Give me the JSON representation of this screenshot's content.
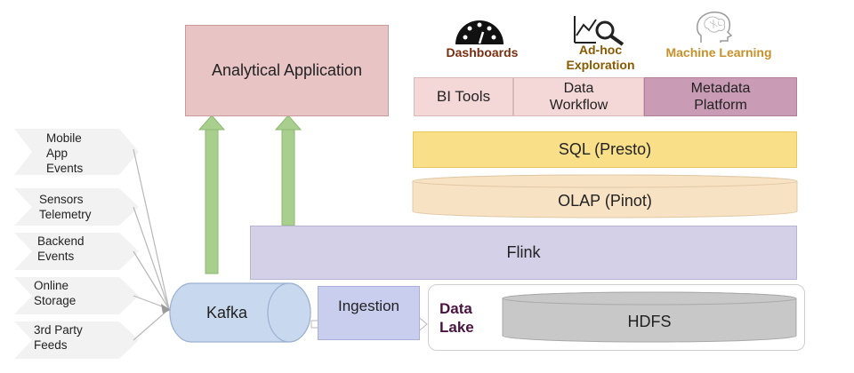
{
  "sources": [
    {
      "label": "Mobile\nApp\nEvents"
    },
    {
      "label": "Sensors\nTelemetry"
    },
    {
      "label": "Backend\nEvents"
    },
    {
      "label": "Online\nStorage"
    },
    {
      "label": "3rd Party\nFeeds"
    }
  ],
  "analytical_application": "Analytical Application",
  "kafka": "Kafka",
  "ingestion": "Ingestion",
  "data_lake": "Data\nLake",
  "hdfs": "HDFS",
  "flink": "Flink",
  "olap": "OLAP (Pinot)",
  "sql": "SQL (Presto)",
  "tools": {
    "bi": "BI Tools",
    "workflow": "Data\nWorkflow",
    "metadata": "Metadata\nPlatform"
  },
  "icons": {
    "dashboards": {
      "label": "Dashboards",
      "icon": "gauge-icon",
      "color": "#7a2e10"
    },
    "adhoc": {
      "label": "Ad-hoc\nExploration",
      "icon": "magnifier-chart-icon",
      "color": "#8a5a00"
    },
    "ml": {
      "label": "Machine Learning",
      "icon": "brain-icon",
      "color": "#c89028"
    }
  },
  "colors": {
    "app_fill": "#e8c4c4",
    "app_border": "#c89a9a",
    "flink_fill": "#d4d0e8",
    "sql_fill": "#f8df88",
    "olap_fill": "#f8e2c4",
    "kafka_fill": "#c8d8ee",
    "ingestion_fill": "#c9cdee",
    "hdfs_fill": "#c8c8c8",
    "metadata_fill": "#c99bb4",
    "arrow_green": "#a9cf8e",
    "data_lake_text": "#4a1440"
  }
}
